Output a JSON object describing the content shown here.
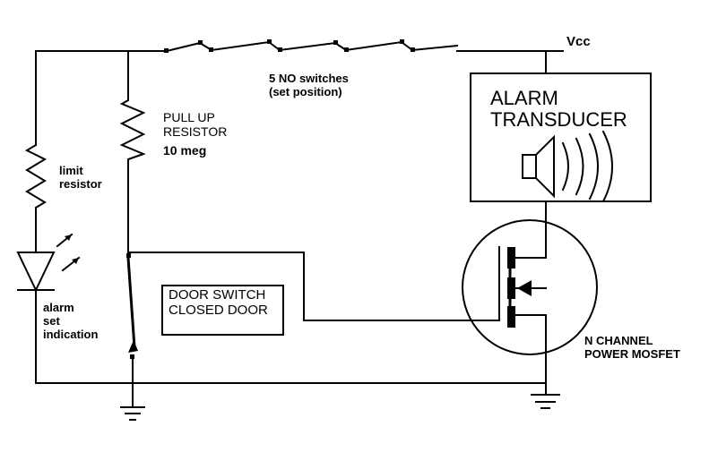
{
  "labels": {
    "vcc": "Vcc",
    "switches": "5 NO switches\n(set position)",
    "pullup": "PULL UP\nRESISTOR",
    "pullup_value": "10 meg",
    "limit": "limit\nresistor",
    "indication": "alarm\nset\nindication",
    "alarm": "ALARM\nTRANSDUCER",
    "door": "DOOR SWITCH\nCLOSED DOOR",
    "mosfet": "N CHANNEL\nPOWER MOSFET"
  }
}
